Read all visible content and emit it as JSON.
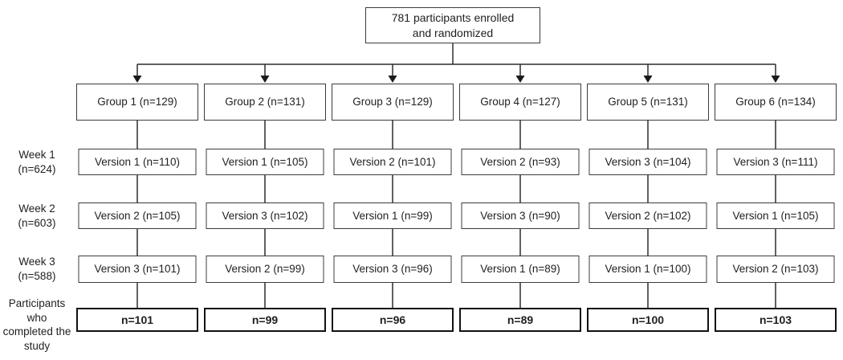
{
  "diagram": {
    "enrollment_label": "781 participants enrolled\nand randomized",
    "week_rows": [
      {
        "label": "Week 1\n(n=624)"
      },
      {
        "label": "Week 2\n(n=603)"
      },
      {
        "label": "Week 3\n(n=588)"
      }
    ],
    "completed_row_label": "Participants\nwho\ncompleted the\nstudy",
    "groups": [
      {
        "name": "Group 1 (n=129)",
        "week1": "Version 1 (n=110)",
        "week2": "Version 2 (n=105)",
        "week3": "Version 3 (n=101)",
        "completed": "n=101"
      },
      {
        "name": "Group 2 (n=131)",
        "week1": "Version 1 (n=105)",
        "week2": "Version 3 (n=102)",
        "week3": "Version 2 (n=99)",
        "completed": "n=99"
      },
      {
        "name": "Group 3 (n=129)",
        "week1": "Version 2 (n=101)",
        "week2": "Version 1 (n=99)",
        "week3": "Version 3 (n=96)",
        "completed": "n=96"
      },
      {
        "name": "Group 4 (n=127)",
        "week1": "Version 2 (n=93)",
        "week2": "Version 3 (n=90)",
        "week3": "Version 1 (n=89)",
        "completed": "n=89"
      },
      {
        "name": "Group 5 (n=131)",
        "week1": "Version 3 (n=104)",
        "week2": "Version 2 (n=102)",
        "week3": "Version 1 (n=100)",
        "completed": "n=100"
      },
      {
        "name": "Group 6 (n=134)",
        "week1": "Version 3 (n=111)",
        "week2": "Version 1 (n=105)",
        "week3": "Version 2 (n=103)",
        "completed": "n=103"
      }
    ],
    "colors": {
      "line": "#2d2d2d",
      "box_border": "#3c3c3c",
      "bold_border": "#121212",
      "text": "#1f1f1f"
    }
  }
}
